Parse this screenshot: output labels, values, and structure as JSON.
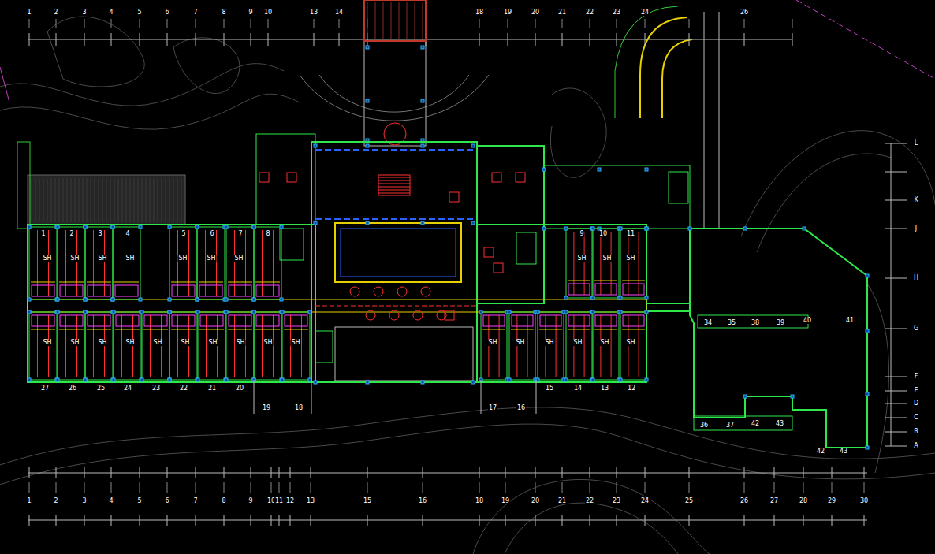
{
  "diagram": {
    "labels": [
      "1",
      "2",
      "3",
      "4",
      "5",
      "6",
      "7",
      "8",
      "9",
      "10",
      "13",
      "14",
      "18",
      "19",
      "20",
      "21",
      "22",
      "23",
      "24",
      "26",
      "1",
      "2",
      "3",
      "4",
      "5",
      "6",
      "7",
      "8",
      "9",
      "10",
      "11",
      "12",
      "13",
      "15",
      "16",
      "18",
      "19",
      "20",
      "21",
      "22",
      "23",
      "24",
      "25",
      "26",
      "27",
      "28",
      "29",
      "30",
      "L",
      "K",
      "J",
      "H",
      "G",
      "F",
      "E",
      "D",
      "C",
      "B",
      "A",
      "1",
      "2",
      "3",
      "4",
      "5",
      "6",
      "7",
      "8",
      "9",
      "10",
      "11",
      "27",
      "26",
      "25",
      "24",
      "23",
      "22",
      "21",
      "20",
      "19",
      "18",
      "17",
      "16",
      "15",
      "14",
      "13",
      "12",
      "34",
      "35",
      "38",
      "39",
      "40",
      "41",
      "36",
      "37",
      "42",
      "43",
      "42",
      "43",
      "SH",
      "SH",
      "SH",
      "SH",
      "SH",
      "SH",
      "SH",
      "SH",
      "SH",
      "SH",
      "SH",
      "SH",
      "SH",
      "SH",
      "SH",
      "SH",
      "SH",
      "SH",
      "SH",
      "SH",
      "SH",
      "SH",
      "SH",
      "SH",
      "SH",
      "SH"
    ]
  }
}
